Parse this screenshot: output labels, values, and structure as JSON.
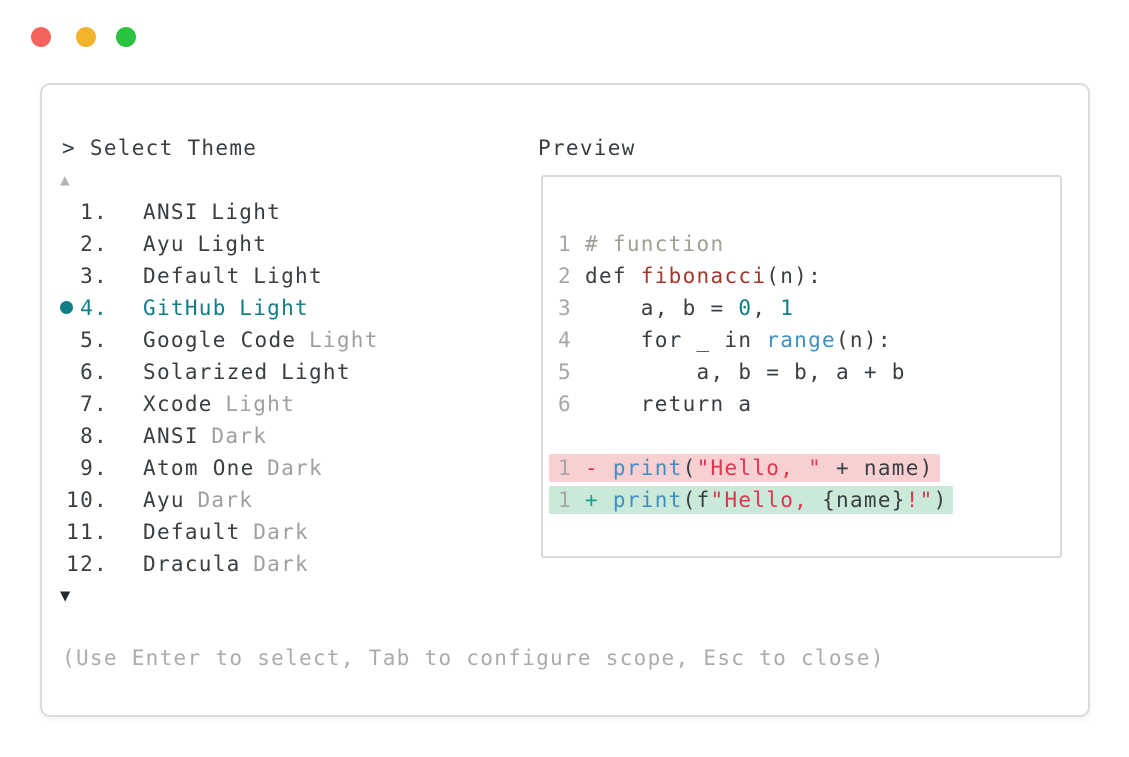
{
  "window": {
    "controls": [
      {
        "name": "close",
        "color": "#f4645c"
      },
      {
        "name": "minimize",
        "color": "#f2b32d"
      },
      {
        "name": "maximize",
        "color": "#29c340"
      }
    ]
  },
  "colors": {
    "accent_teal": "#107d87",
    "dim_gray": "#9f9f9f",
    "hint_gray": "#ababab",
    "diff_removed_bg": "#f8d0d2",
    "diff_added_bg": "#cae9d9",
    "string_red": "#df3551",
    "function_red": "#a5372a",
    "call_blue": "#3e8fc5",
    "number_teal": "#0e7d87",
    "comment_gray": "#9ba092"
  },
  "picker": {
    "title": "> Select Theme",
    "scroll_up_icon": "▲",
    "scroll_down_icon": "▼",
    "items": [
      {
        "num": "1.",
        "name": "ANSI",
        "variant": "Light",
        "dim": false,
        "selected": false
      },
      {
        "num": "2.",
        "name": "Ayu",
        "variant": "Light",
        "dim": false,
        "selected": false
      },
      {
        "num": "3.",
        "name": "Default",
        "variant": "Light",
        "dim": false,
        "selected": false
      },
      {
        "num": "4.",
        "name": "GitHub",
        "variant": "Light",
        "dim": false,
        "selected": true
      },
      {
        "num": "5.",
        "name": "Google Code",
        "variant": "Light",
        "dim": true,
        "selected": false
      },
      {
        "num": "6.",
        "name": "Solarized",
        "variant": "Light",
        "dim": false,
        "selected": false
      },
      {
        "num": "7.",
        "name": "Xcode",
        "variant": "Light",
        "dim": true,
        "selected": false
      },
      {
        "num": "8.",
        "name": "ANSI",
        "variant": "Dark",
        "dim": true,
        "selected": false
      },
      {
        "num": "9.",
        "name": "Atom One",
        "variant": "Dark",
        "dim": true,
        "selected": false
      },
      {
        "num": "10.",
        "name": "Ayu",
        "variant": "Dark",
        "dim": true,
        "selected": false
      },
      {
        "num": "11.",
        "name": "Default",
        "variant": "Dark",
        "dim": true,
        "selected": false
      },
      {
        "num": "12.",
        "name": "Dracula",
        "variant": "Dark",
        "dim": true,
        "selected": false
      }
    ],
    "hint": "(Use Enter to select, Tab to configure scope, Esc to close)"
  },
  "preview": {
    "label": "Preview",
    "code_lines": [
      {
        "num": "1",
        "segs": [
          {
            "t": "# function",
            "c": "comment"
          }
        ]
      },
      {
        "num": "2",
        "segs": [
          {
            "t": "def ",
            "c": "fg"
          },
          {
            "t": "fibonacci",
            "c": "func"
          },
          {
            "t": "(n):",
            "c": "fg"
          }
        ]
      },
      {
        "num": "3",
        "segs": [
          {
            "t": "    a, b = ",
            "c": "fg"
          },
          {
            "t": "0",
            "c": "numlit"
          },
          {
            "t": ", ",
            "c": "fg"
          },
          {
            "t": "1",
            "c": "numlit"
          }
        ]
      },
      {
        "num": "4",
        "segs": [
          {
            "t": "    for _ in ",
            "c": "fg"
          },
          {
            "t": "range",
            "c": "blue"
          },
          {
            "t": "(n):",
            "c": "fg"
          }
        ]
      },
      {
        "num": "5",
        "segs": [
          {
            "t": "        a, b = b, a + b",
            "c": "fg"
          }
        ]
      },
      {
        "num": "6",
        "segs": [
          {
            "t": "    return a",
            "c": "fg"
          }
        ]
      },
      null,
      {
        "num": "1",
        "diff": "del",
        "segs": [
          {
            "t": "-",
            "c": "minus"
          },
          {
            "t": " ",
            "c": "fg"
          },
          {
            "t": "print",
            "c": "blue"
          },
          {
            "t": "(",
            "c": "fg"
          },
          {
            "t": "\"Hello, \"",
            "c": "str"
          },
          {
            "t": " + name)",
            "c": "fg"
          }
        ]
      },
      {
        "num": "1",
        "diff": "add",
        "segs": [
          {
            "t": "+",
            "c": "plus"
          },
          {
            "t": " ",
            "c": "fg"
          },
          {
            "t": "print",
            "c": "blue"
          },
          {
            "t": "(f",
            "c": "fg"
          },
          {
            "t": "\"Hello, ",
            "c": "str"
          },
          {
            "t": "{name}",
            "c": "fg"
          },
          {
            "t": "!\"",
            "c": "str"
          },
          {
            "t": ")",
            "c": "fg"
          }
        ]
      }
    ]
  }
}
